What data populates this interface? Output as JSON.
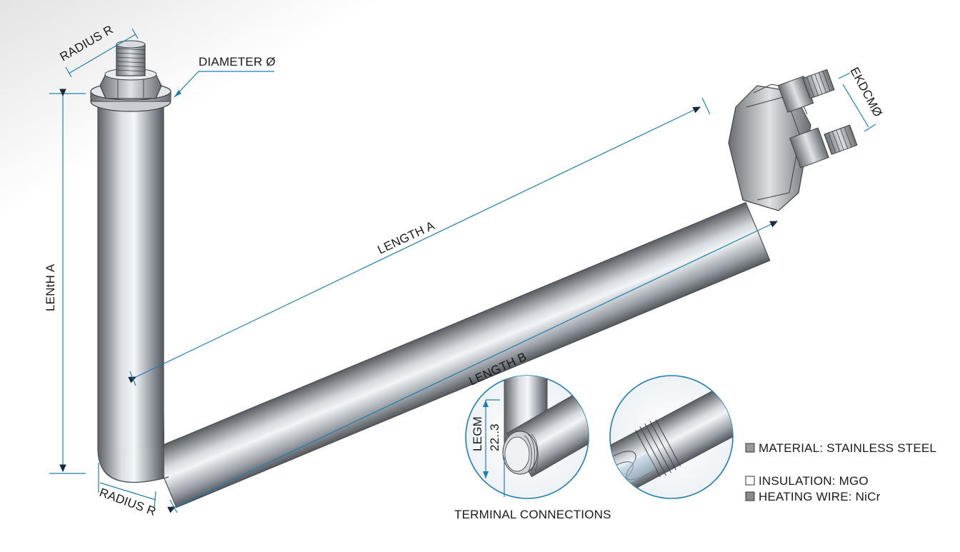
{
  "dimensions": {
    "radius_top": "RADIUS R",
    "diameter": "DIAMETER Ø",
    "left_length": "LENtH A",
    "length_a": "LENGTH A",
    "length_b": "LENGTH B",
    "radius_bottom": "RADIUS R",
    "terminal_dim": "EKDCMØ"
  },
  "detail": {
    "label_vertical": "LEGM",
    "value_vertical": "22..3",
    "caption": "TERMINAL CONNECTIONS"
  },
  "legend": [
    {
      "label": "MATERIAL: STAINLESS STEEL",
      "swatch": "#9a9a9a"
    },
    {
      "label": "INSULATION: MGO",
      "swatch": "#ffffff"
    },
    {
      "label": "HEATING WIRE: NiCr",
      "swatch": "#8a8a8a"
    }
  ],
  "colors": {
    "dimension_line": "#1f7fb0",
    "tube_dark": "#6b6f74",
    "tube_light": "#e9ecef"
  }
}
